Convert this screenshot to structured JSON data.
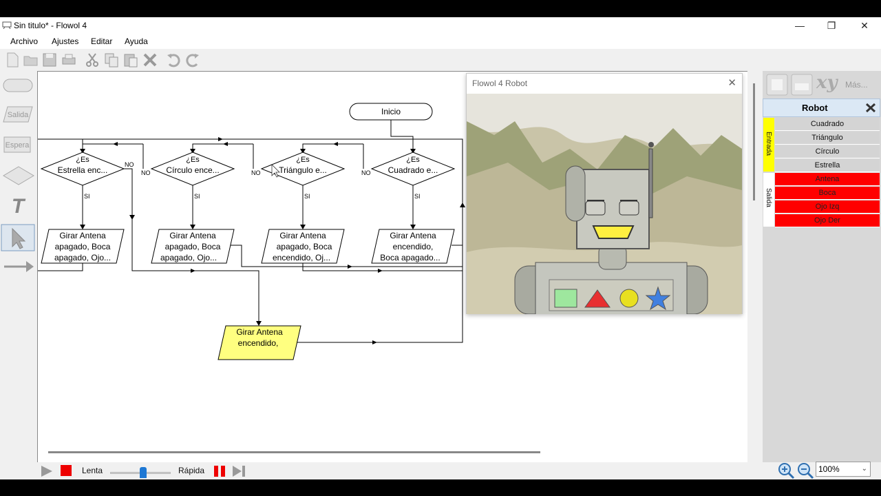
{
  "window": {
    "title": "Sin titulo* - Flowol 4"
  },
  "menu": [
    "Archivo",
    "Ajustes",
    "Editar",
    "Ayuda"
  ],
  "toolbar": [
    "new-icon",
    "open-icon",
    "save-icon",
    "print-icon",
    "cut-icon",
    "copy-icon",
    "paste-icon",
    "delete-icon",
    "undo-icon",
    "redo-icon"
  ],
  "palette": {
    "output_label": "Salida",
    "wait_label": "Espera",
    "text_label": "T"
  },
  "flowchart": {
    "start": "Inicio",
    "decisions": [
      {
        "line1": "¿Es",
        "line2": "Estrella enc..."
      },
      {
        "line1": "¿Es",
        "line2": "Círculo ence..."
      },
      {
        "line1": "¿Es",
        "line2": "Triángulo e..."
      },
      {
        "line1": "¿Es",
        "line2": "Cuadrado e..."
      }
    ],
    "yes_label": "SI",
    "no_label": "NO",
    "outputs": [
      {
        "line1": "Girar Antena",
        "line2": "apagado, Boca",
        "line3": "apagado, Ojo..."
      },
      {
        "line1": "Girar Antena",
        "line2": "apagado, Boca",
        "line3": "apagado, Ojo..."
      },
      {
        "line1": "Girar Antena",
        "line2": "apagado, Boca",
        "line3": "encendido, Oj..."
      },
      {
        "line1": "Girar Antena",
        "line2": "encendido,",
        "line3": "Boca apagado..."
      }
    ],
    "highlighted_output": {
      "line1": "Girar Antena",
      "line2": "encendido,"
    }
  },
  "robot_window": {
    "title": "Flowol 4 Robot"
  },
  "right_panel": {
    "more_label": "Más...",
    "xy_label": "xy",
    "title": "Robot",
    "input_label": "Entrada",
    "output_label": "Salida",
    "inputs": [
      "Cuadrado",
      "Triángulo",
      "Círculo",
      "Estrella"
    ],
    "outputs": [
      "Antena",
      "Boca",
      "Ojo Izq",
      "Ojo Der"
    ]
  },
  "statusbar": {
    "slow": "Lenta",
    "fast": "Rápida",
    "speed": 0.55,
    "zoom": "100%"
  },
  "colors": {
    "active_output": "#ff0000",
    "highlight": "#ffff80",
    "input_tab": "#ffff00"
  }
}
